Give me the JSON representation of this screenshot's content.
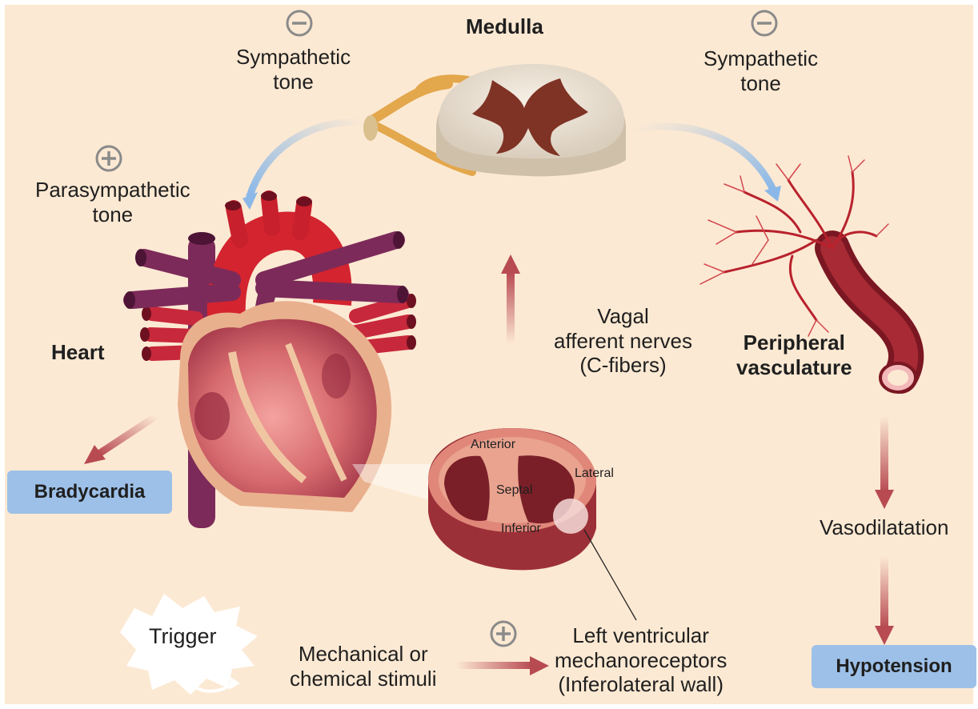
{
  "labels": {
    "medulla": "Medulla",
    "sympathetic_left": [
      "Sympathetic",
      "tone"
    ],
    "sympathetic_right": [
      "Sympathetic",
      "tone"
    ],
    "parasympathetic": [
      "Parasympathetic",
      "tone"
    ],
    "heart": "Heart",
    "peripheral": [
      "Peripheral",
      "vasculature"
    ],
    "vagal": [
      "Vagal",
      "afferent nerves",
      "(C-fibers)"
    ],
    "vasodilatation": "Vasodilatation",
    "trigger": "Trigger",
    "stimuli": [
      "Mechanical or",
      "chemical stimuli"
    ],
    "receptors": [
      "Left ventricular",
      "mechanoreceptors",
      "(Inferolateral wall)"
    ],
    "cross_section": {
      "anterior": "Anterior",
      "lateral": "Lateral",
      "septal": "Septal",
      "inferior": "Inferior"
    }
  },
  "boxes": {
    "bradycardia": "Bradycardia",
    "hypotension": "Hypotension"
  },
  "colors": {
    "background": "#fce9d3",
    "box_fill": "#9dc0e8",
    "efferent_arrow": "#8bb8e8",
    "flow_arrow": "#b84a52"
  }
}
